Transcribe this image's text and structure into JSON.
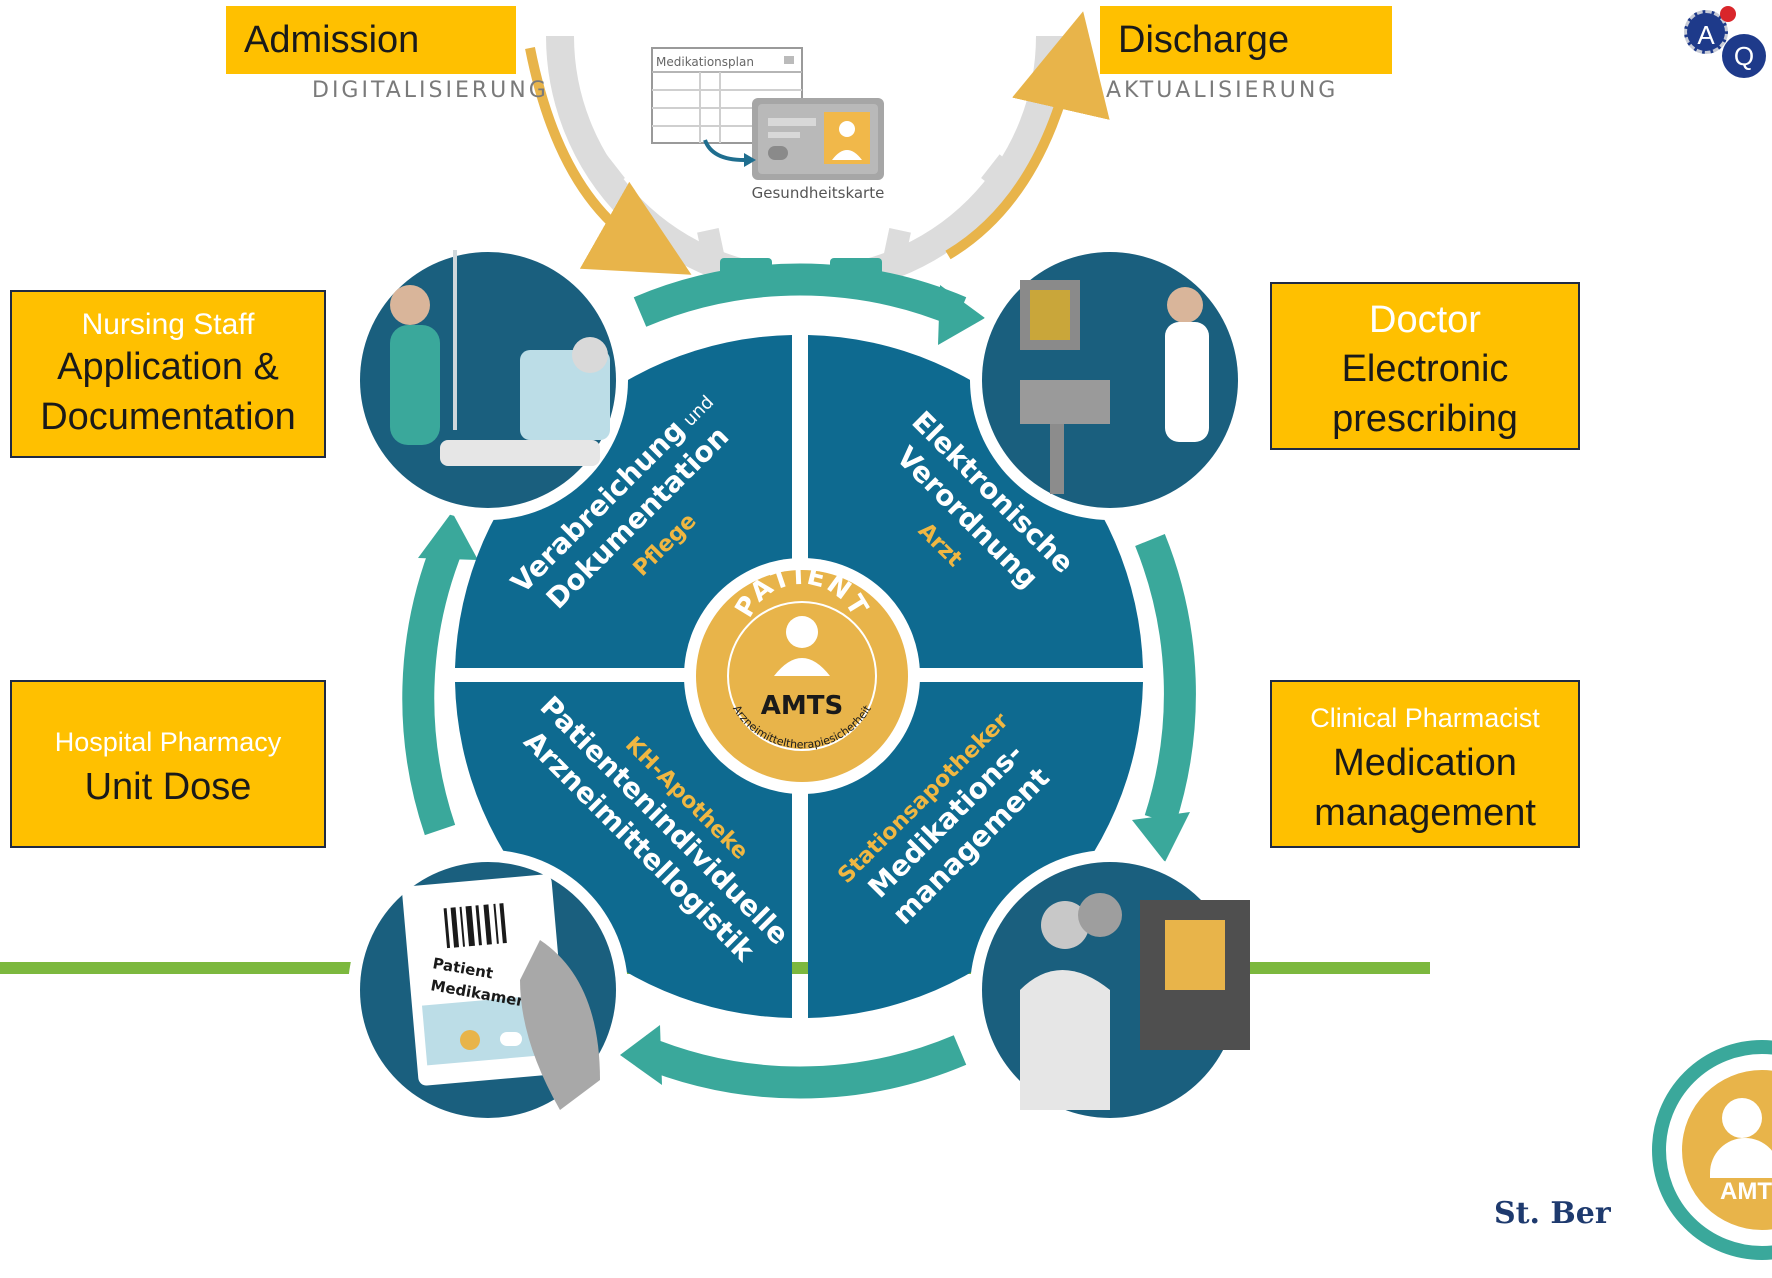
{
  "top": {
    "admission": "Admission",
    "admission_sub": "DIGITALISIERUNG",
    "discharge": "Discharge",
    "discharge_sub": "AKTUALISIERUNG",
    "medikationsplan": "Medikationsplan",
    "gesundheitskarte": "Gesundheitskarte"
  },
  "roles": {
    "nursing": {
      "sub": "Nursing Staff",
      "main": [
        "Application &",
        "Documentation"
      ]
    },
    "doctor": {
      "sub": "Doctor",
      "main": [
        "Electronic",
        "prescribing"
      ]
    },
    "pharmacy": {
      "sub": "Hospital Pharmacy",
      "main": [
        "Unit Dose"
      ]
    },
    "clinical": {
      "sub": "Clinical Pharmacist",
      "main": [
        "Medication",
        "management"
      ]
    }
  },
  "quadrants": {
    "top_left": {
      "line1": "Verabreichung",
      "small": "und",
      "line2": "Dokumentation",
      "role": "Pflege"
    },
    "top_right": {
      "line1": "Elektronische",
      "line2": "Verordnung",
      "role": "Arzt"
    },
    "bottom_left": {
      "role": "KH-Apotheke",
      "line1": "Patientenindividuelle",
      "line2": "Arzneimittellogistik"
    },
    "bottom_right": {
      "role": "Stationsapotheker",
      "line1": "Medikations-",
      "line2": "management"
    }
  },
  "center": {
    "patient": "PATIENT",
    "amts": "AMTS",
    "arc_text": "Arzneimitteltherapiesicherheit"
  },
  "scan_card": {
    "line1": "Patient",
    "line2": "Medikament"
  },
  "branding": {
    "logo_letters": [
      "A",
      "Q"
    ],
    "footer": "St. Ber",
    "corner_logo": "AMT"
  },
  "colors": {
    "accent_yellow": "#FFC000",
    "quadrant_blue": "#0e6a90",
    "ring_teal": "#3aa89b",
    "arrow_gold": "#e8b44a",
    "line_green": "#7cb83e"
  }
}
